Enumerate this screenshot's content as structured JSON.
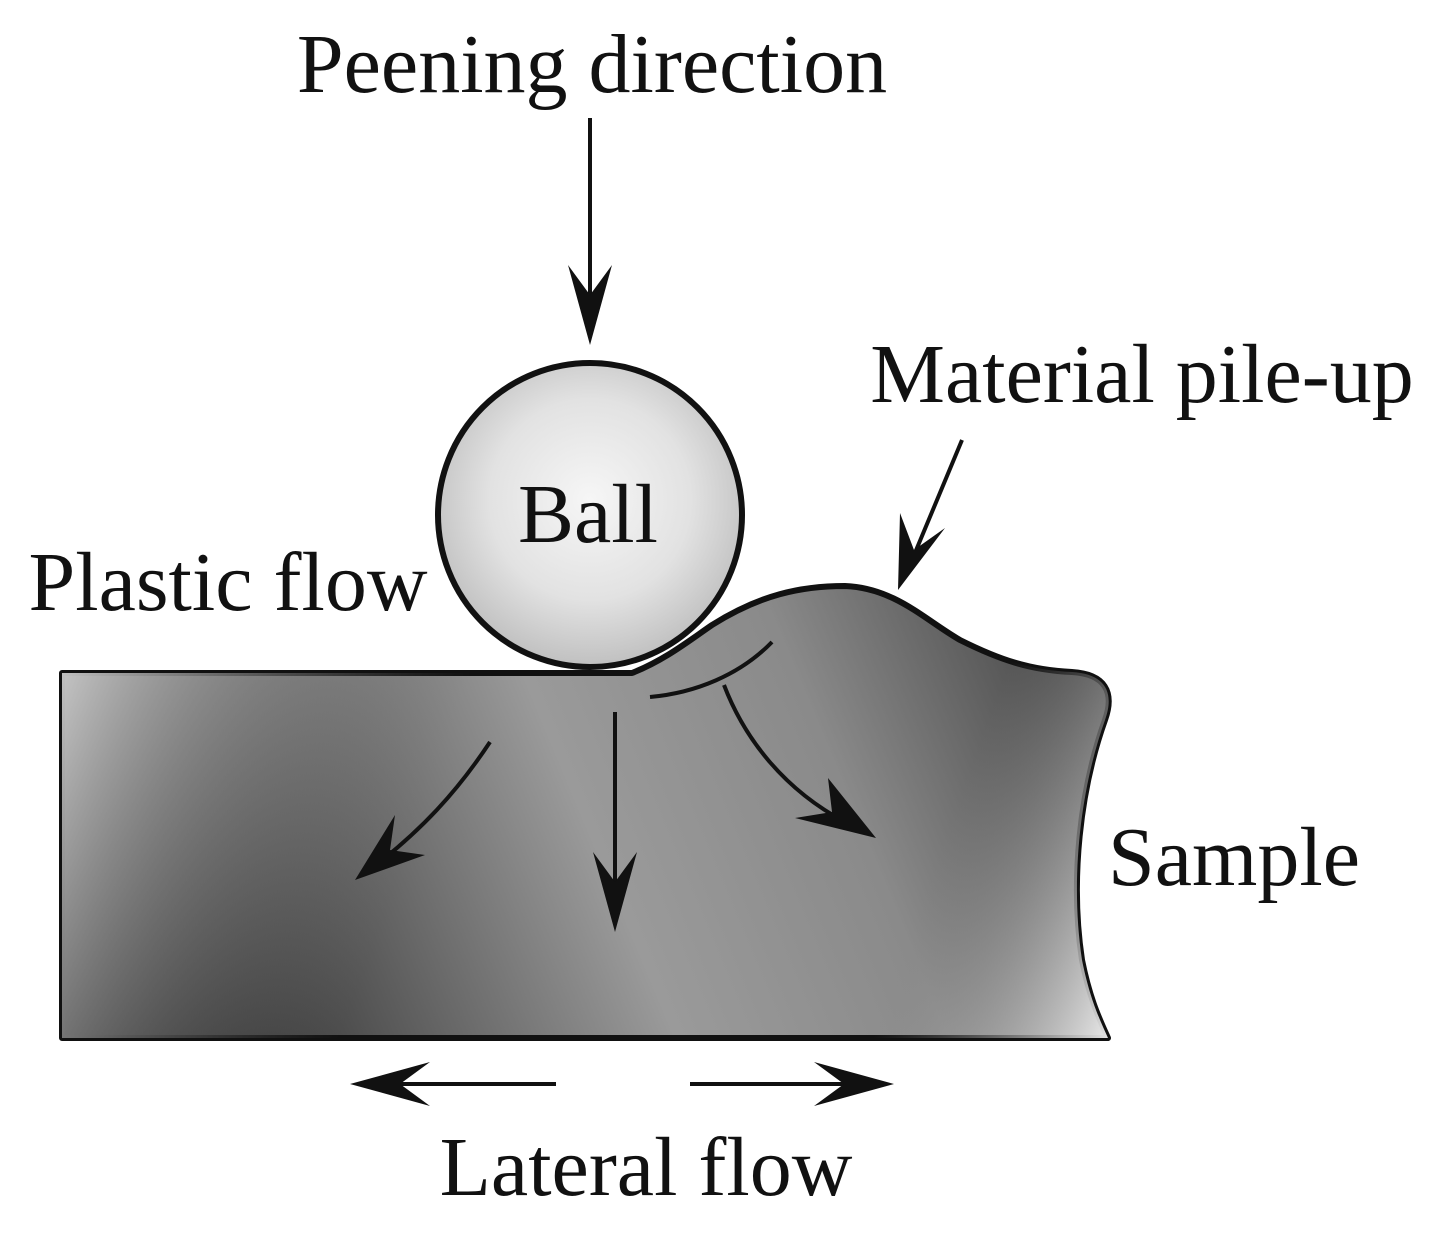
{
  "labels": {
    "peening_direction": "Peening direction",
    "material_pile_up": "Material pile-up",
    "ball": "Ball",
    "plastic_flow": "Plastic flow",
    "sample": "Sample",
    "lateral_flow": "Lateral flow"
  },
  "colors": {
    "outline": "#111111",
    "sample_dark": "#111111",
    "sample_mid": "#8a8a8a",
    "sample_light": "#efefef",
    "ball_light": "#f4f4f4",
    "ball_dark": "#bdbdbd",
    "background": "#ffffff"
  }
}
